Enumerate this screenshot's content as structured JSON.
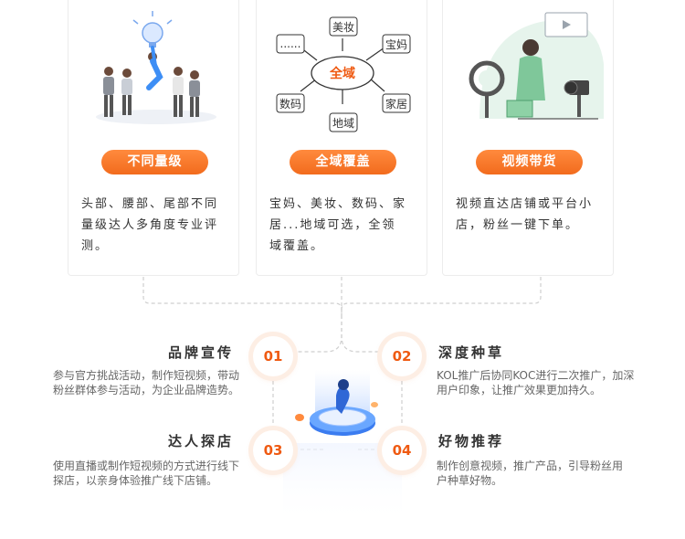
{
  "cards": [
    {
      "title": "不同量级",
      "desc": "头部、腰部、尾部不同量级达人多角度专业评测。"
    },
    {
      "title": "全域覆盖",
      "desc": "宝妈、美妆、数码、家居...地域可选，全领域覆盖。"
    },
    {
      "title": "视频带货",
      "desc": "视频直达店铺或平台小店，粉丝一键下单。"
    }
  ],
  "diagram": {
    "center": "全域",
    "nodes": [
      "美妆",
      "宝妈",
      "家居",
      "地域",
      "数码",
      "......"
    ]
  },
  "features": [
    {
      "num": "01",
      "title": "品牌宣传",
      "desc": "参与官方挑战活动，制作短视频，带动粉丝群体参与活动，为企业品牌造势。"
    },
    {
      "num": "02",
      "title": "深度种草",
      "desc": "KOL推广后协同KOC进行二次推广，加深用户印象，让推广效果更加持久。"
    },
    {
      "num": "03",
      "title": "达人探店",
      "desc": "使用直播或制作短视频的方式进行线下探店，以亲身体验推广线下店铺。"
    },
    {
      "num": "04",
      "title": "好物推荐",
      "desc": "制作创意视频，推广产品，引导粉丝用户种草好物。"
    }
  ],
  "colors": {
    "accent": "#f26b1d",
    "number": "#ef5a12",
    "blue": "#3d8ef5"
  }
}
